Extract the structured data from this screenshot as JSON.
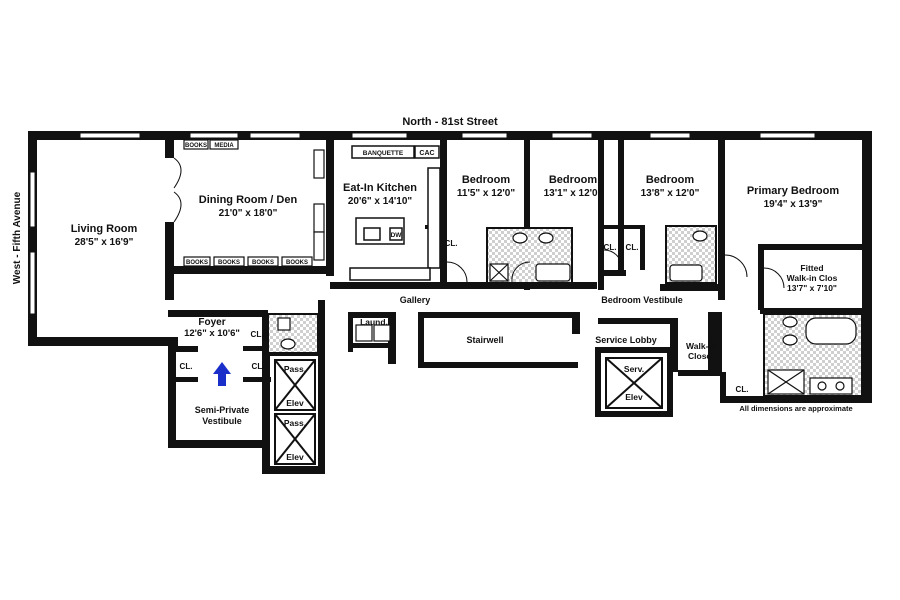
{
  "street_label": "North - 81st Street",
  "avenue_label": "West - Fifth Avenue",
  "rooms": {
    "living": {
      "name": "Living Room",
      "dims": "28'5\" x 16'9\""
    },
    "dining": {
      "name": "Dining Room / Den",
      "dims": "21'0\" x 18'0\""
    },
    "kitchen": {
      "name": "Eat-In Kitchen",
      "dims": "20'6\" x 14'10\""
    },
    "bedroom1": {
      "name": "Bedroom",
      "dims": "11'5\" x 12'0\""
    },
    "bedroom2": {
      "name": "Bedroom",
      "dims": "13'1\" x 12'0\""
    },
    "bedroom3": {
      "name": "Bedroom",
      "dims": "13'8\" x 12'0\""
    },
    "primary": {
      "name": "Primary Bedroom",
      "dims": "19'4\" x 13'9\""
    },
    "fitted_closet": {
      "line1": "Fitted",
      "line2": "Walk-in Clos",
      "dims": "13'7\" x 7'10\""
    },
    "foyer": {
      "name": "Foyer",
      "dims": "12'6\" x 10'6\""
    }
  },
  "labels": {
    "gallery": "Gallery",
    "bedroom_vestibule": "Bedroom Vestibule",
    "stairwell": "Stairwell",
    "service_lobby": "Service Lobby",
    "walkin_closet_1": "Walk-in",
    "walkin_closet_2": "Closet",
    "laundry": "Laund.",
    "semi_private_1": "Semi-Private",
    "semi_private_2": "Vestibule",
    "pass": "Pass.",
    "elev": "Elev",
    "serv": "Serv.",
    "closet": "CL.",
    "banquette": "BANQUETTE",
    "cac": "CAC",
    "books": "BOOKS",
    "media": "MEDIA",
    "dw": "DW"
  },
  "disclaimer": "All dimensions are approximate",
  "colors": {
    "wall": "#111111",
    "arrow": "#1a2fc9",
    "tile": "#c9c9c9"
  }
}
